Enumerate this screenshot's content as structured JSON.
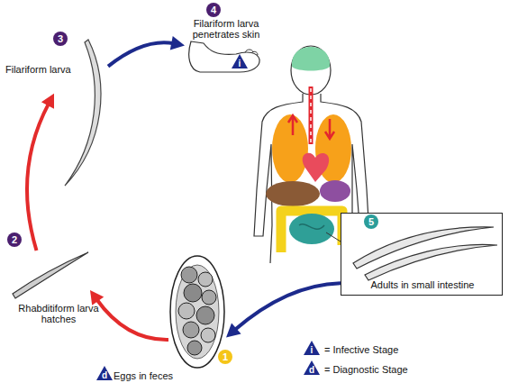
{
  "diagram": {
    "nodes": [
      {
        "text": [
          "Eggs in feces"
        ]
      },
      {
        "text": [
          "Rhabditiform larva hatches"
        ]
      },
      {
        "text": [
          "Filariform larva"
        ]
      },
      {
        "text": [
          "Filariform larva penetrates skin"
        ]
      },
      {
        "text": [
          "Adults in small intestine"
        ]
      }
    ],
    "edges": [
      {
        "from": 0,
        "to": 1,
        "arrow": "to"
      },
      {
        "from": 1,
        "to": 2,
        "arrow": "to"
      },
      {
        "from": 2,
        "to": 3,
        "arrow": "to"
      },
      {
        "from": 4,
        "to": 0,
        "arrow": "to"
      }
    ],
    "labels": [
      "4",
      "i",
      "3",
      "2",
      "5",
      "d",
      "1",
      "i",
      "d"
    ],
    "legend": [
      {
        "text": "= Infective Stage"
      },
      {
        "text": "= Diagnostic Stage"
      }
    ]
  }
}
